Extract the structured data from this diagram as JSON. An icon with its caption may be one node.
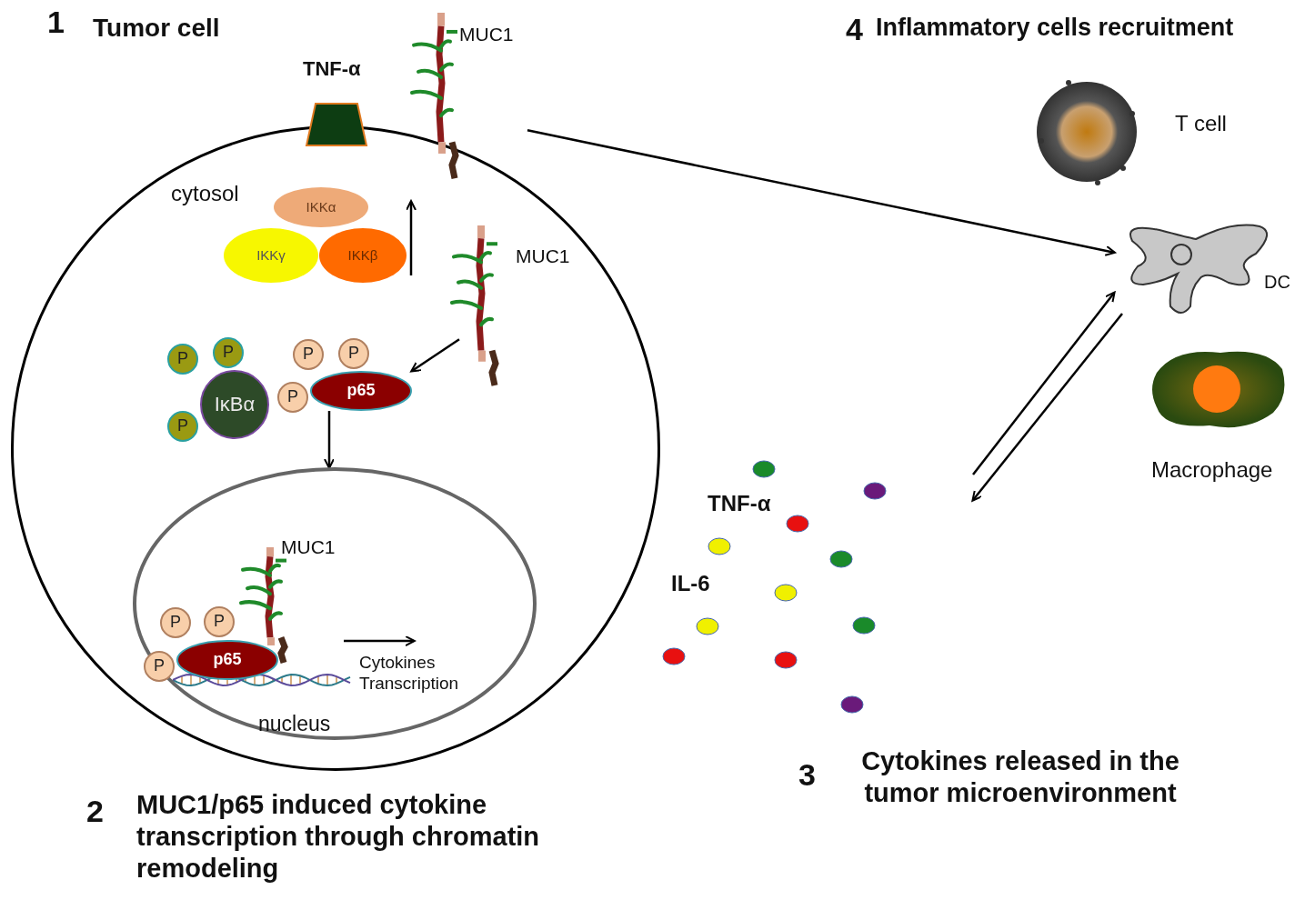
{
  "diagram": {
    "nodes": [
      {
        "text": [
          "cytosol"
        ]
      },
      {
        "text": [
          "TNF-α"
        ]
      },
      {
        "text": [
          "MUC1"
        ]
      },
      {
        "text": [
          "IKKα"
        ],
        "in": 0
      },
      {
        "text": [
          "IKKγ"
        ],
        "in": 0
      },
      {
        "text": [
          "IKKβ"
        ],
        "in": 0
      },
      {
        "text": [
          "MUC1"
        ],
        "in": 0
      },
      {
        "text": [
          "P"
        ],
        "in": 0
      },
      {
        "text": [
          "P"
        ],
        "in": 0
      },
      {
        "text": [
          "P"
        ],
        "in": 0
      },
      {
        "text": [
          "IκBα"
        ],
        "in": 0
      },
      {
        "text": [
          "P"
        ],
        "in": 0
      },
      {
        "text": [
          "P"
        ],
        "in": 0
      },
      {
        "text": [
          "P"
        ],
        "in": 0
      },
      {
        "text": [
          "p65"
        ],
        "in": 0
      },
      {
        "text": [
          "nucleus"
        ],
        "in": 0
      },
      {
        "text": [
          "MUC1"
        ],
        "in": 15
      },
      {
        "text": [
          "P"
        ],
        "in": 15
      },
      {
        "text": [
          "P"
        ],
        "in": 15
      },
      {
        "text": [
          "P"
        ],
        "in": 15
      },
      {
        "text": [
          "p65"
        ],
        "in": 15
      },
      {
        "text": [
          "T cell"
        ]
      },
      {
        "text": [
          "DC"
        ]
      },
      {
        "text": [
          "Macrophage"
        ]
      }
    ],
    "edges": [
      {
        "from": 6,
        "to": 14,
        "arrow": "to"
      },
      {
        "from": 14,
        "to": 15,
        "arrow": "to"
      },
      {
        "from": 2,
        "to": 22,
        "arrow": "to"
      },
      {
        "from": null,
        "to": 22,
        "arrow": "to"
      },
      {
        "from": 22,
        "to": null,
        "arrow": "to"
      }
    ],
    "labels": [
      "1",
      "Tumor cell",
      "4",
      "Inflammatory cells recruitment",
      "TNF-α",
      "IL-6",
      "Cytokines Transcription",
      "2",
      "MUC1/p65 induced cytokine transcription through chromatin remodeling",
      "3",
      "Cytokines released in the tumor microenvironment"
    ]
  }
}
